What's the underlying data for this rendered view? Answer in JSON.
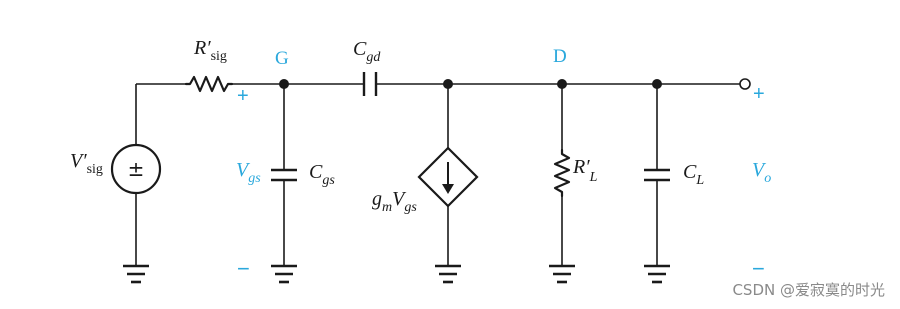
{
  "nodes": {
    "gate": "G",
    "drain": "D"
  },
  "components": {
    "source_label_main": "V",
    "source_label_prime": "′",
    "source_label_sub": "sig",
    "source_sign": "±",
    "rsig_main": "R",
    "rsig_prime": "′",
    "rsig_sub": "sig",
    "cgd_main": "C",
    "cgd_sub": "gd",
    "vgs_main": "V",
    "vgs_sub": "gs",
    "cgs_main": "C",
    "cgs_sub": "gs",
    "gm_g": "g",
    "gm_m": "m",
    "gm_v": "V",
    "gm_sub": "gs",
    "rl_main": "R",
    "rl_prime": "′",
    "rl_sub": "L",
    "cl_main": "C",
    "cl_sub": "L",
    "vo_main": "V",
    "vo_sub": "o"
  },
  "signs": {
    "gate_plus": "+",
    "gate_minus": "−",
    "out_plus": "+",
    "out_minus": "−"
  },
  "watermark": "CSDN @爱寂寞的时光",
  "colors": {
    "accent": "#2aa8dc",
    "ink": "#1a1a1a"
  }
}
